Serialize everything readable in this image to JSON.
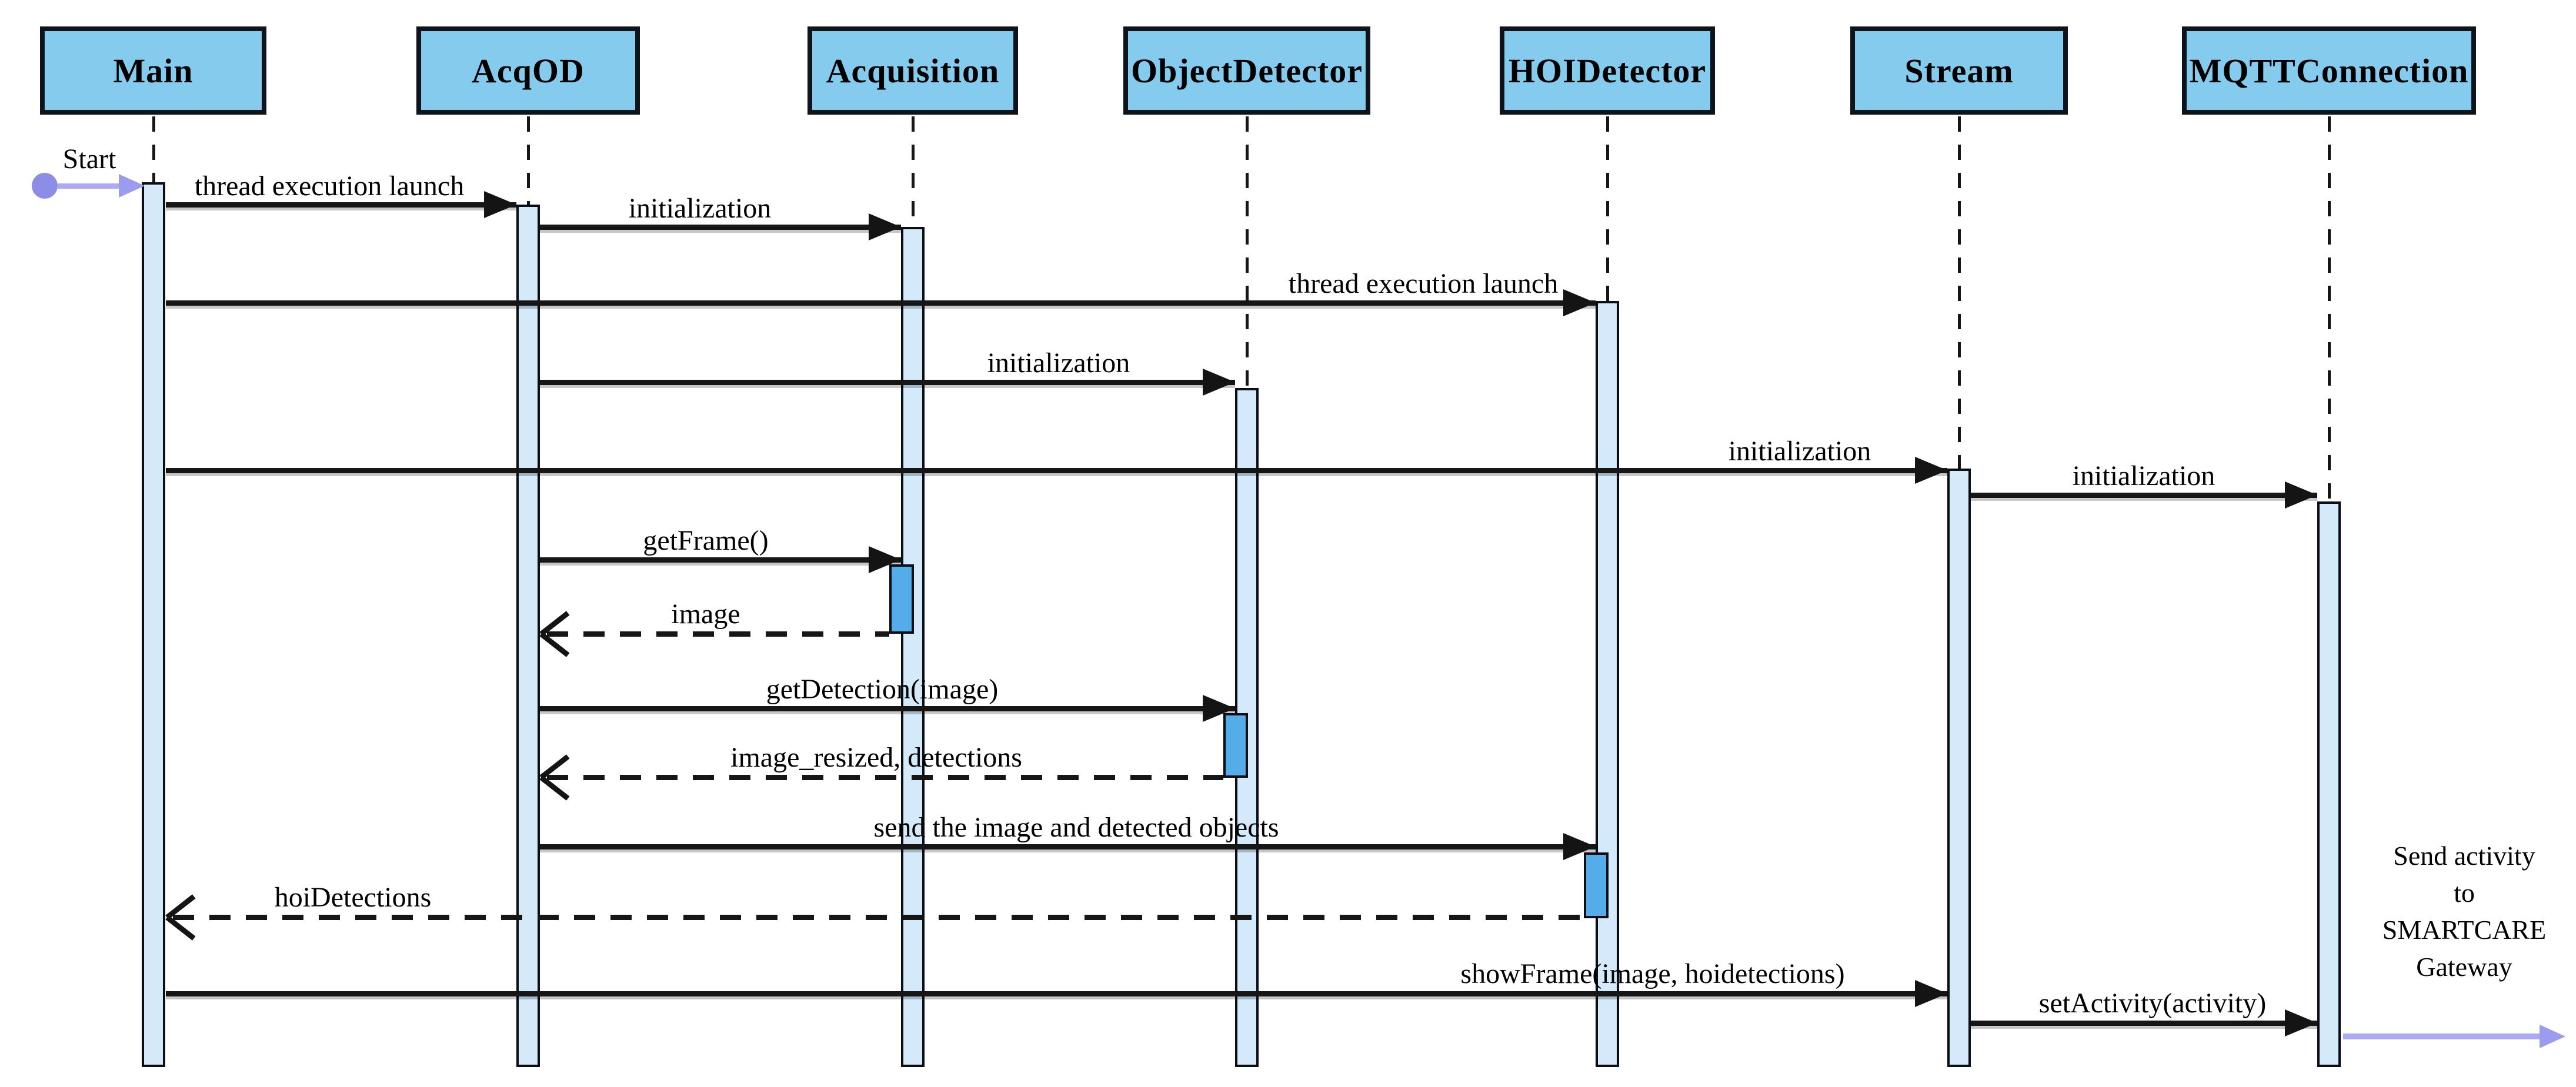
{
  "diagram_type": "uml-sequence-diagram",
  "colors": {
    "background": "#ffffff",
    "header_fill": "#85cbee",
    "header_border": "#0d141b",
    "activation_fill": "#d4e9fa",
    "nested_activation_fill": "#54ade8",
    "message_line": "#161616",
    "start_dot": "#8d8de6",
    "external_arrow": "#abaaf3",
    "text": "#000000"
  },
  "start": {
    "label": "Start"
  },
  "lifelines": [
    {
      "id": "main",
      "label": "Main"
    },
    {
      "id": "acqod",
      "label": "AcqOD"
    },
    {
      "id": "acquisition",
      "label": "Acquisition"
    },
    {
      "id": "objectdetector",
      "label": "ObjectDetector"
    },
    {
      "id": "hoidetector",
      "label": "HOIDetector"
    },
    {
      "id": "stream",
      "label": "Stream"
    },
    {
      "id": "mqttconnection",
      "label": "MQTTConnection"
    }
  ],
  "messages": [
    {
      "label": "thread execution launch",
      "from": "Main",
      "to": "AcqOD",
      "kind": "solid"
    },
    {
      "label": "initialization",
      "from": "AcqOD",
      "to": "Acquisition",
      "kind": "solid"
    },
    {
      "label": "thread execution launch",
      "from": "Main",
      "to": "HOIDetector",
      "kind": "solid"
    },
    {
      "label": "initialization",
      "from": "AcqOD",
      "to": "ObjectDetector",
      "kind": "solid"
    },
    {
      "label": "initialization",
      "from": "Main",
      "to": "Stream",
      "kind": "solid"
    },
    {
      "label": "initialization",
      "from": "Stream",
      "to": "MQTTConnection",
      "kind": "solid"
    },
    {
      "label": "getFrame()",
      "from": "AcqOD",
      "to": "Acquisition",
      "kind": "solid"
    },
    {
      "label": "image",
      "from": "Acquisition",
      "to": "AcqOD",
      "kind": "return"
    },
    {
      "label": "getDetection(image)",
      "from": "AcqOD",
      "to": "ObjectDetector",
      "kind": "solid"
    },
    {
      "label": "image_resized, detections",
      "from": "ObjectDetector",
      "to": "AcqOD",
      "kind": "return"
    },
    {
      "label": "send the image and detected objects",
      "from": "AcqOD",
      "to": "HOIDetector",
      "kind": "solid"
    },
    {
      "label": "hoiDetections",
      "from": "HOIDetector",
      "to": "Main",
      "kind": "return"
    },
    {
      "label": "showFrame(image, hoidetections)",
      "from": "Main",
      "to": "Stream",
      "kind": "solid"
    },
    {
      "label": "setActivity(activity)",
      "from": "Stream",
      "to": "MQTTConnection",
      "kind": "solid"
    }
  ],
  "external_output": {
    "lines": [
      "Send activity",
      "to",
      "SMARTCARE",
      "Gateway"
    ]
  }
}
